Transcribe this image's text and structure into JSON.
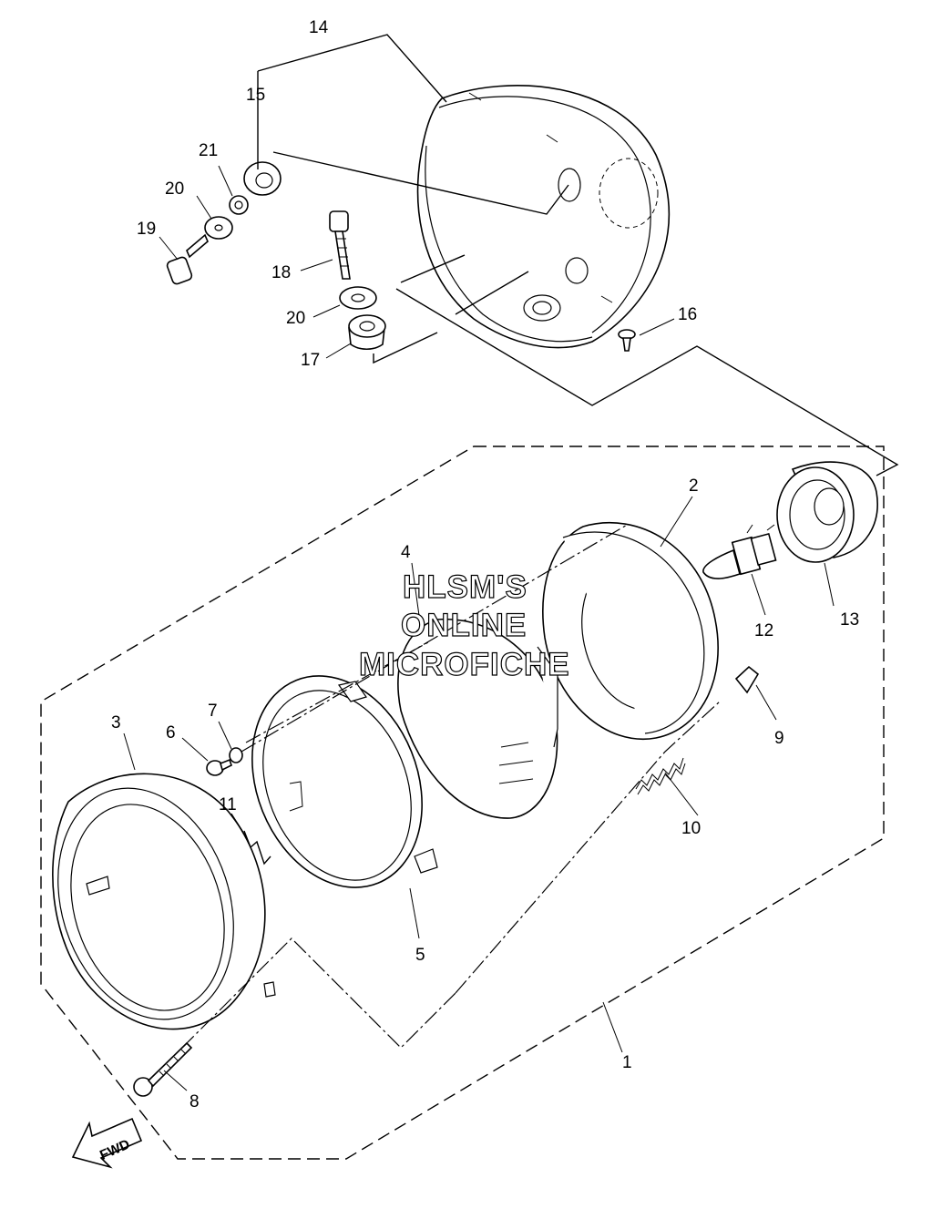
{
  "diagram": {
    "type": "exploded-parts-diagram",
    "watermark": [
      "HLSM'S",
      "ONLINE",
      "MICROFICHE"
    ],
    "direction_label": "FWD",
    "parts": [
      {
        "id": "1",
        "label": "1"
      },
      {
        "id": "2",
        "label": "2"
      },
      {
        "id": "3",
        "label": "3"
      },
      {
        "id": "4",
        "label": "4"
      },
      {
        "id": "5",
        "label": "5"
      },
      {
        "id": "6",
        "label": "6"
      },
      {
        "id": "7",
        "label": "7"
      },
      {
        "id": "8",
        "label": "8"
      },
      {
        "id": "9",
        "label": "9"
      },
      {
        "id": "10",
        "label": "10"
      },
      {
        "id": "11",
        "label": "11"
      },
      {
        "id": "12",
        "label": "12"
      },
      {
        "id": "13",
        "label": "13"
      },
      {
        "id": "14",
        "label": "14"
      },
      {
        "id": "15",
        "label": "15"
      },
      {
        "id": "16",
        "label": "16"
      },
      {
        "id": "17",
        "label": "17"
      },
      {
        "id": "18",
        "label": "18"
      },
      {
        "id": "19",
        "label": "19"
      },
      {
        "id": "20a",
        "label": "20"
      },
      {
        "id": "20b",
        "label": "20"
      },
      {
        "id": "21",
        "label": "21"
      }
    ]
  }
}
